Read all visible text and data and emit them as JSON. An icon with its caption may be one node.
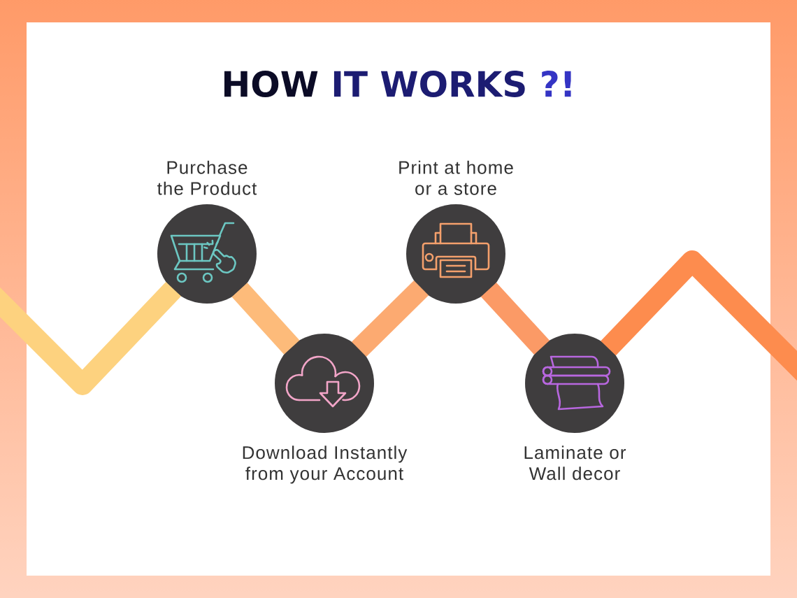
{
  "diagram": {
    "title": "HOW IT WORKS ?!",
    "nodes": [
      {
        "text": [
          "Purchase the Product"
        ]
      },
      {
        "text": [
          "Download Instantly from your Account"
        ]
      },
      {
        "text": [
          "Print at home or a store"
        ]
      },
      {
        "text": [
          "Laminate or Wall decor"
        ]
      }
    ],
    "edges": [
      {
        "from": null,
        "to": 0,
        "arrow": "none",
        "color": "#fdd27f"
      },
      {
        "from": 0,
        "to": 1,
        "arrow": "none",
        "color": "#fdbb7a"
      },
      {
        "from": 1,
        "to": 2,
        "arrow": "none",
        "color": "#fcaa71"
      },
      {
        "from": 2,
        "to": 3,
        "arrow": "none",
        "color": "#fb9a66"
      },
      {
        "from": 3,
        "to": null,
        "arrow": "none",
        "color": "#fd8c4e"
      }
    ]
  }
}
